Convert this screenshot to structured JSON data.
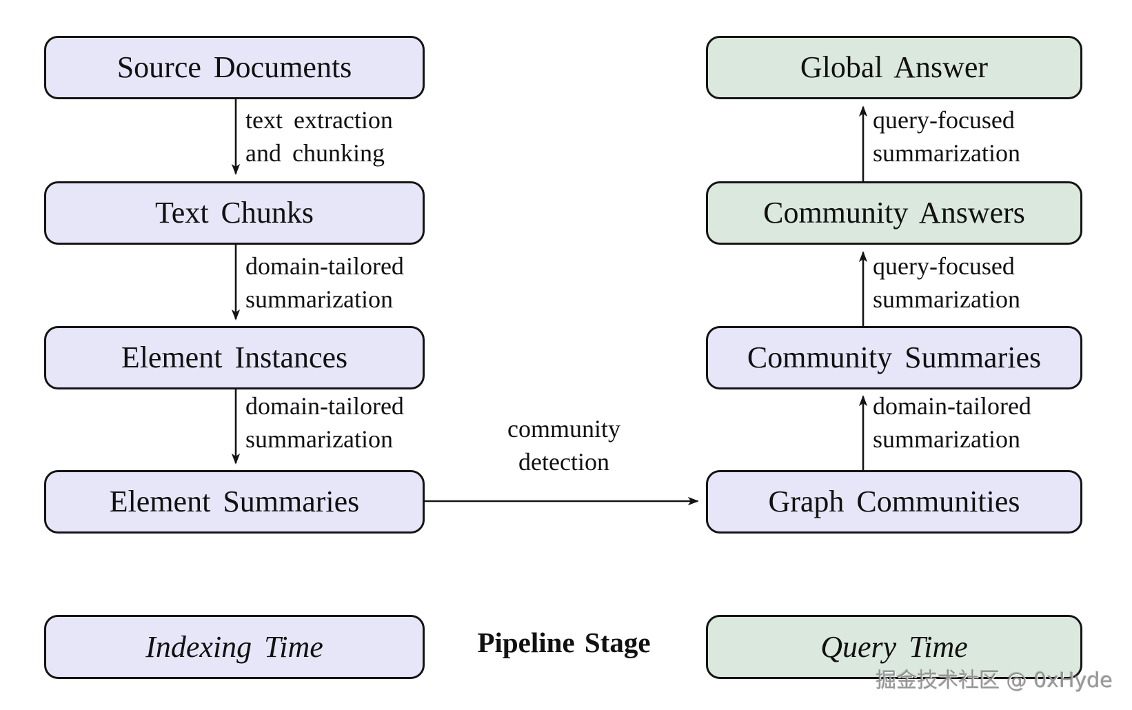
{
  "nodes": {
    "source_documents": {
      "label": "Source Documents"
    },
    "text_chunks": {
      "label": "Text Chunks"
    },
    "element_instances": {
      "label": "Element Instances"
    },
    "element_summaries": {
      "label": "Element Summaries"
    },
    "graph_communities": {
      "label": "Graph Communities"
    },
    "community_summaries": {
      "label": "Community Summaries"
    },
    "community_answers": {
      "label": "Community Answers"
    },
    "global_answer": {
      "label": "Global Answer"
    }
  },
  "edges": {
    "source_to_chunks": {
      "line1": "text extraction",
      "line2": "and chunking"
    },
    "chunks_to_instances": {
      "line1": "domain-tailored",
      "line2": "summarization"
    },
    "instances_to_summaries": {
      "line1": "domain-tailored",
      "line2": "summarization"
    },
    "summaries_to_communities": {
      "line1": "community",
      "line2": "detection"
    },
    "communities_to_comm_summaries": {
      "line1": "domain-tailored",
      "line2": "summarization"
    },
    "comm_summaries_to_answers": {
      "line1": "query-focused",
      "line2": "summarization"
    },
    "answers_to_global": {
      "line1": "query-focused",
      "line2": "summarization"
    }
  },
  "legend": {
    "indexing_time": "Indexing Time",
    "pipeline_stage": "Pipeline Stage",
    "query_time": "Query Time"
  },
  "watermark": "掘金技术社区 @ 0xHyde",
  "colors": {
    "indexing_fill": "#e6e6f8",
    "query_fill": "#dbe8dd",
    "stroke": "#141414"
  }
}
